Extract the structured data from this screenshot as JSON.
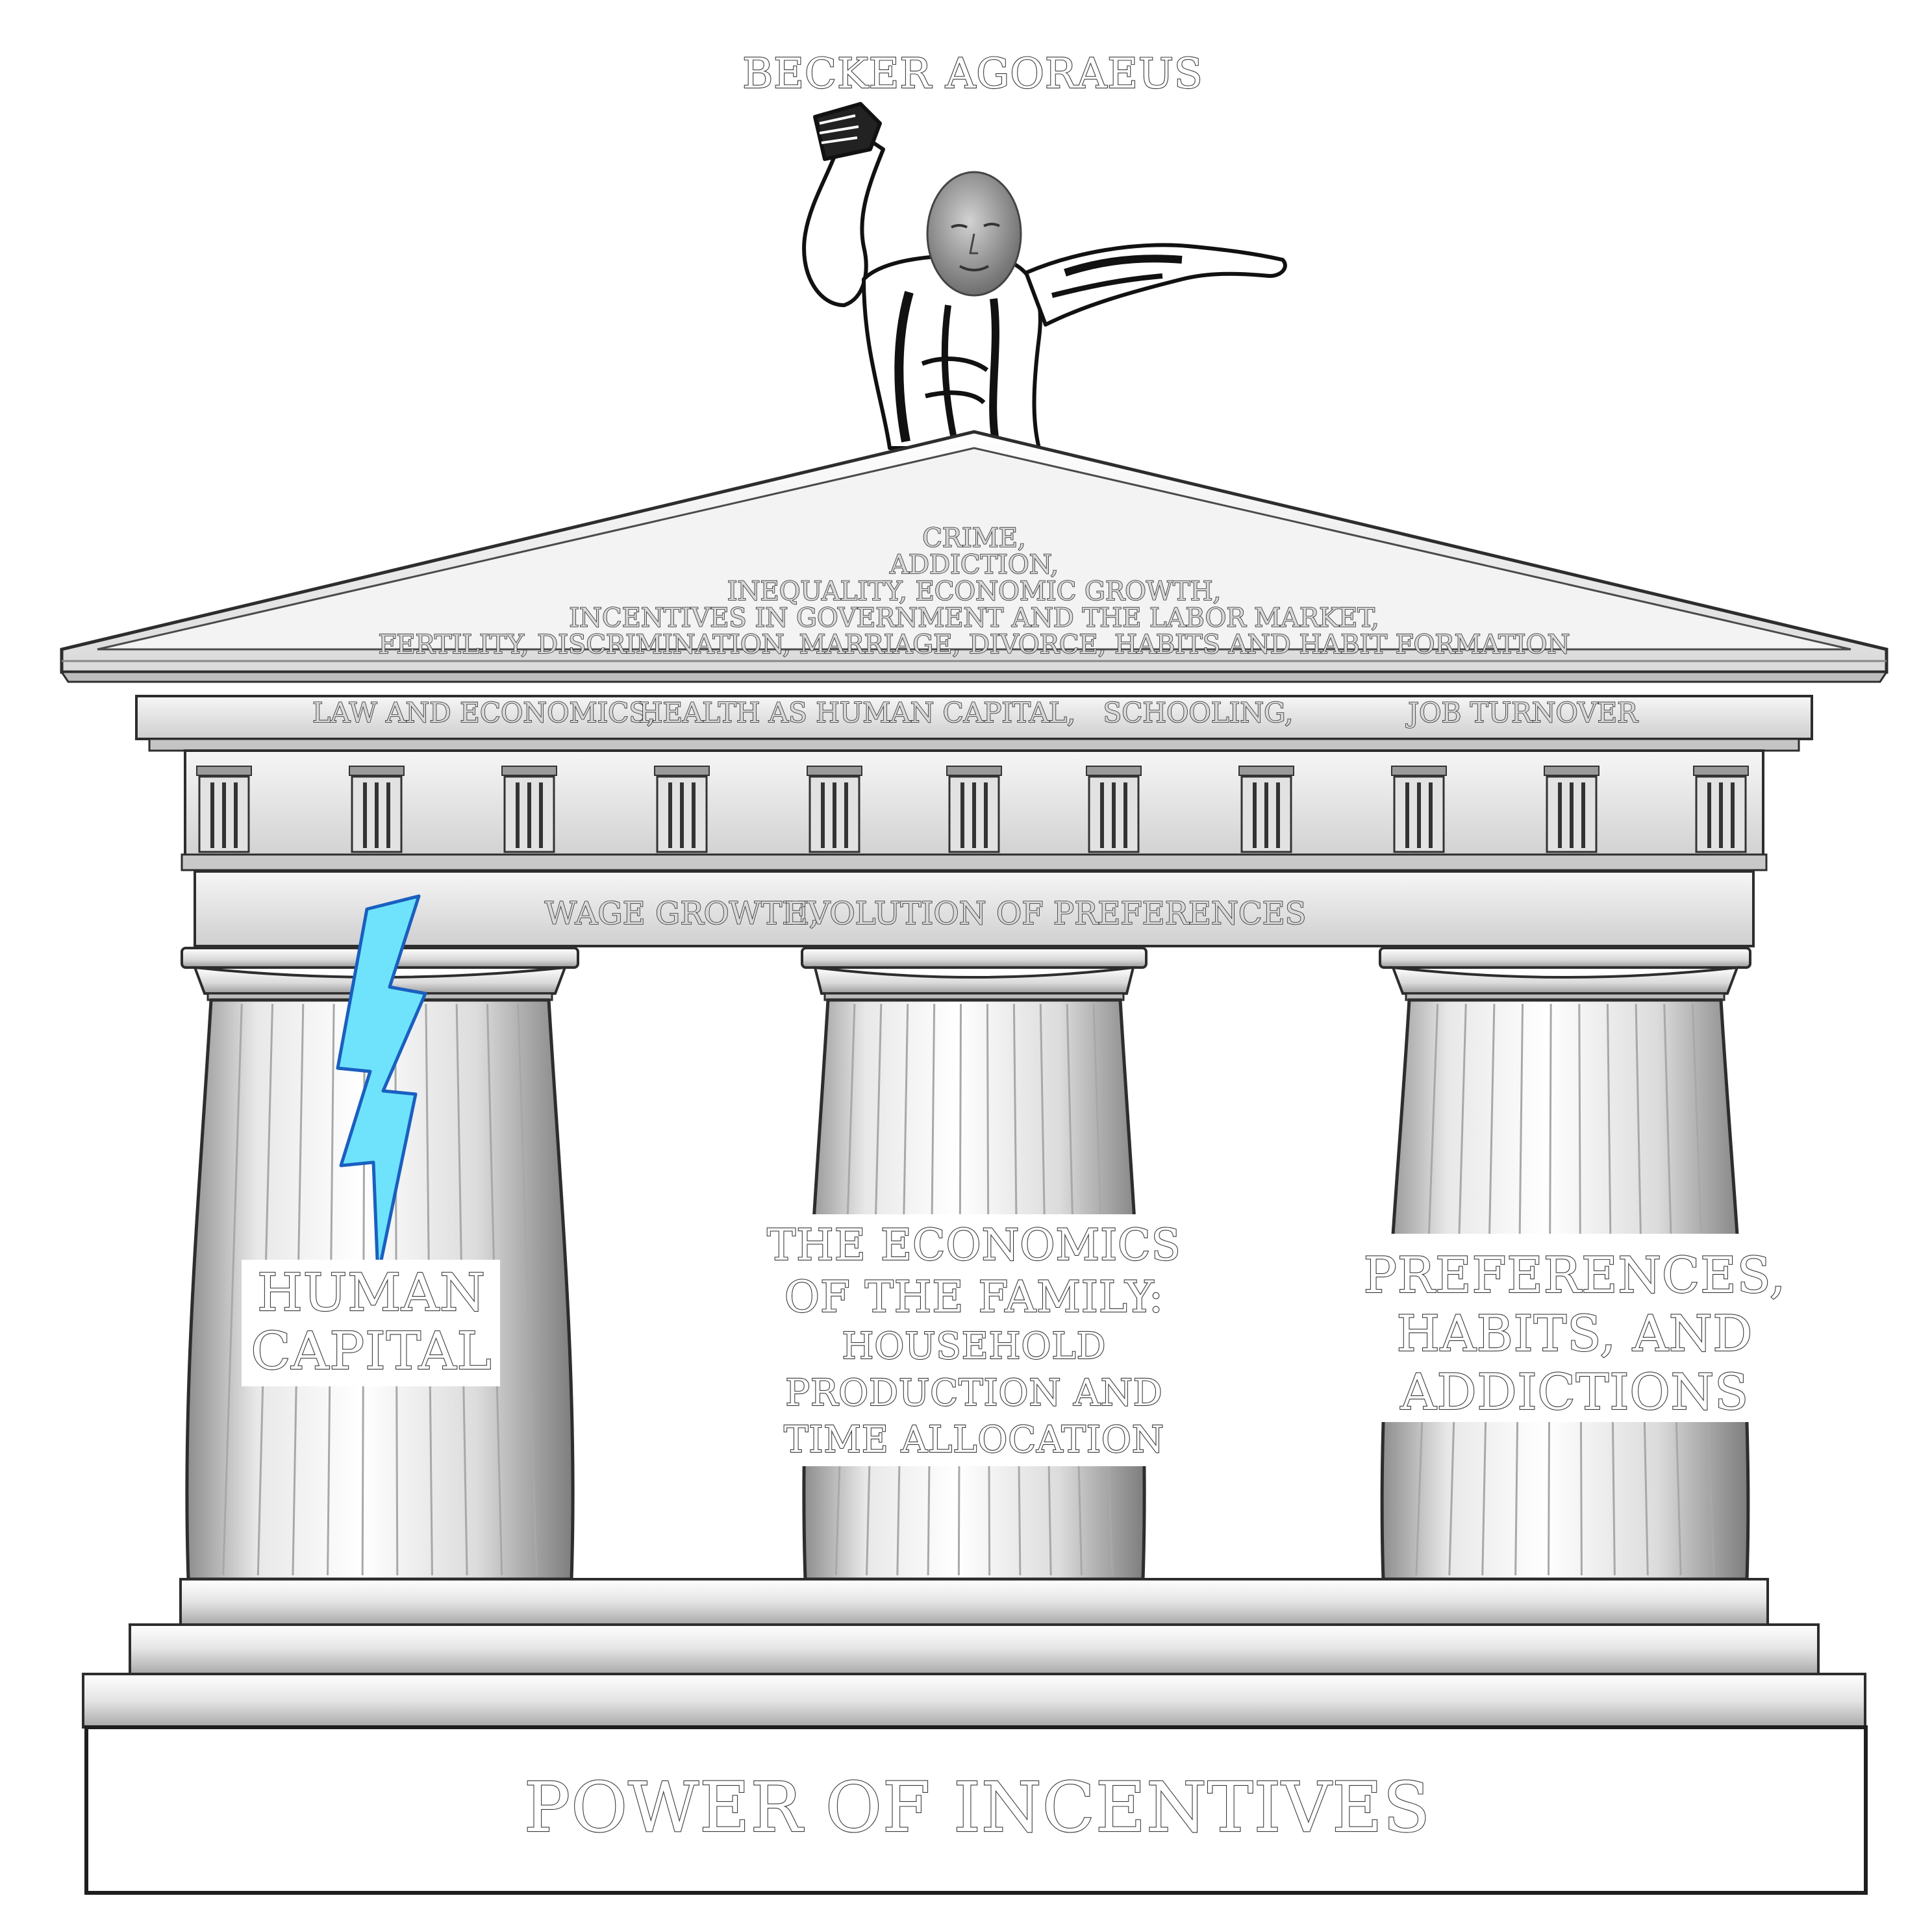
{
  "title": "BECKER AGORAEUS",
  "pediment": {
    "lines": [
      "CRIME,",
      "ADDICTION,",
      "INEQUALITY, ECONOMIC GROWTH,",
      "INCENTIVES IN GOVERNMENT AND THE LABOR MARKET,",
      "FERTILITY, DISCRIMINATION, MARRIAGE, DIVORCE, HABITS AND HABIT FORMATION"
    ]
  },
  "upper_band": {
    "items": [
      "LAW AND ECONOMICS,",
      "HEALTH AS HUMAN CAPITAL,",
      "SCHOOLING,",
      "JOB TURNOVER"
    ]
  },
  "lower_band": {
    "items": [
      "WAGE GROWTH,",
      "EVOLUTION OF PREFERENCES"
    ]
  },
  "pillars": {
    "left": {
      "lines": [
        "HUMAN",
        "CAPITAL"
      ]
    },
    "middle": {
      "lines": [
        "THE ECONOMICS",
        "OF THE FAMILY:",
        "HOUSEHOLD",
        "PRODUCTION AND",
        "TIME ALLOCATION"
      ]
    },
    "right": {
      "lines": [
        "PREFERENCES,",
        "HABITS, AND",
        "ADDICTIONS"
      ]
    }
  },
  "foundation": {
    "label": "POWER OF INCENTIVES"
  },
  "colors": {
    "lightning": "#6fe3fb",
    "lightning_stroke": "#1a5fc0",
    "marble": "#e9e9e9",
    "outline": "#2d2d2d"
  },
  "icons": {
    "statue": "statue-figure-icon",
    "bolt": "lightning-bolt-icon"
  }
}
